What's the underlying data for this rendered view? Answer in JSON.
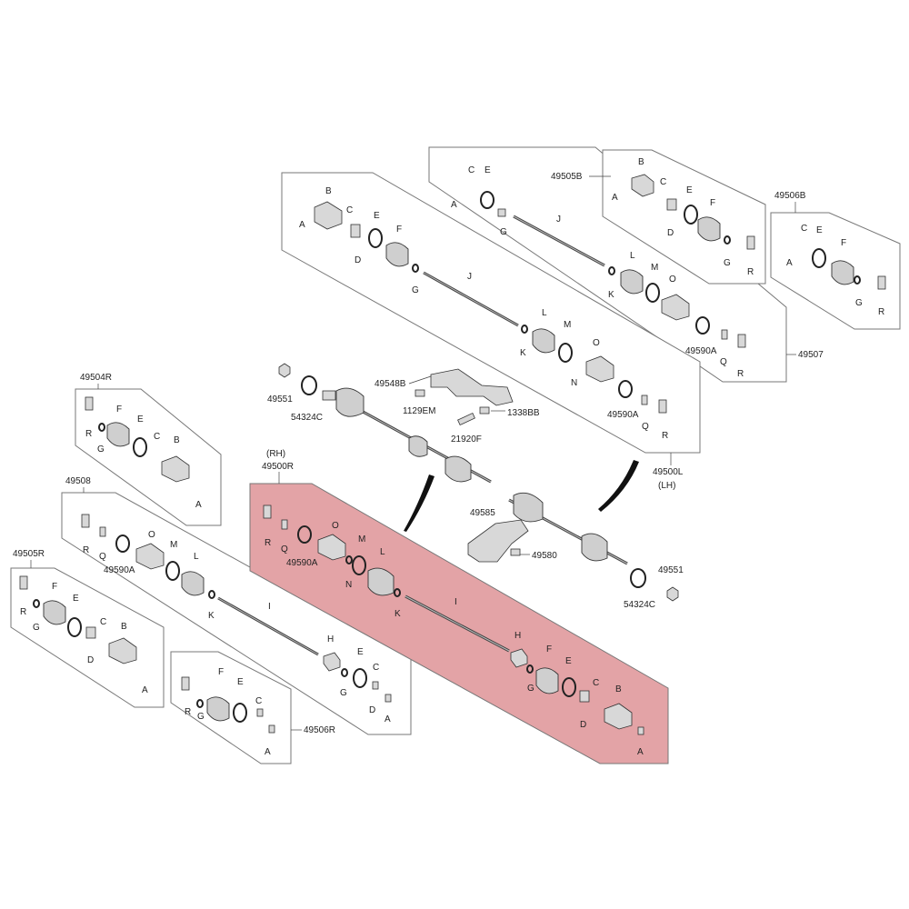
{
  "colors": {
    "highlight": "#e3a3a6",
    "frame": "#777777",
    "ink": "#222222"
  },
  "labels": {
    "l49505B": "49505B",
    "l49506B": "49506B",
    "l49507": "49507",
    "l49500L": "49500L",
    "lLH": "(LH)",
    "l49504R": "49504R",
    "l49508": "49508",
    "l49505R": "49505R",
    "l49506R": "49506R",
    "lRH": "(RH)",
    "l49500R": "49500R",
    "l49548B": "49548B",
    "l1129EM": "1129EM",
    "l1338BB": "1338BB",
    "l21920F": "21920F",
    "l49551a": "49551",
    "l54324Ca": "54324C",
    "l49551b": "49551",
    "l54324Cb": "54324C",
    "l49585": "49585",
    "l49580": "49580",
    "A": "A",
    "B": "B",
    "C": "C",
    "D": "D",
    "E": "E",
    "F": "F",
    "G": "G",
    "H": "H",
    "I": "I",
    "J": "J",
    "K": "K",
    "L": "L",
    "M": "M",
    "N": "N",
    "O": "O",
    "Q": "Q",
    "R": "R",
    "p49590A": "49590A"
  }
}
